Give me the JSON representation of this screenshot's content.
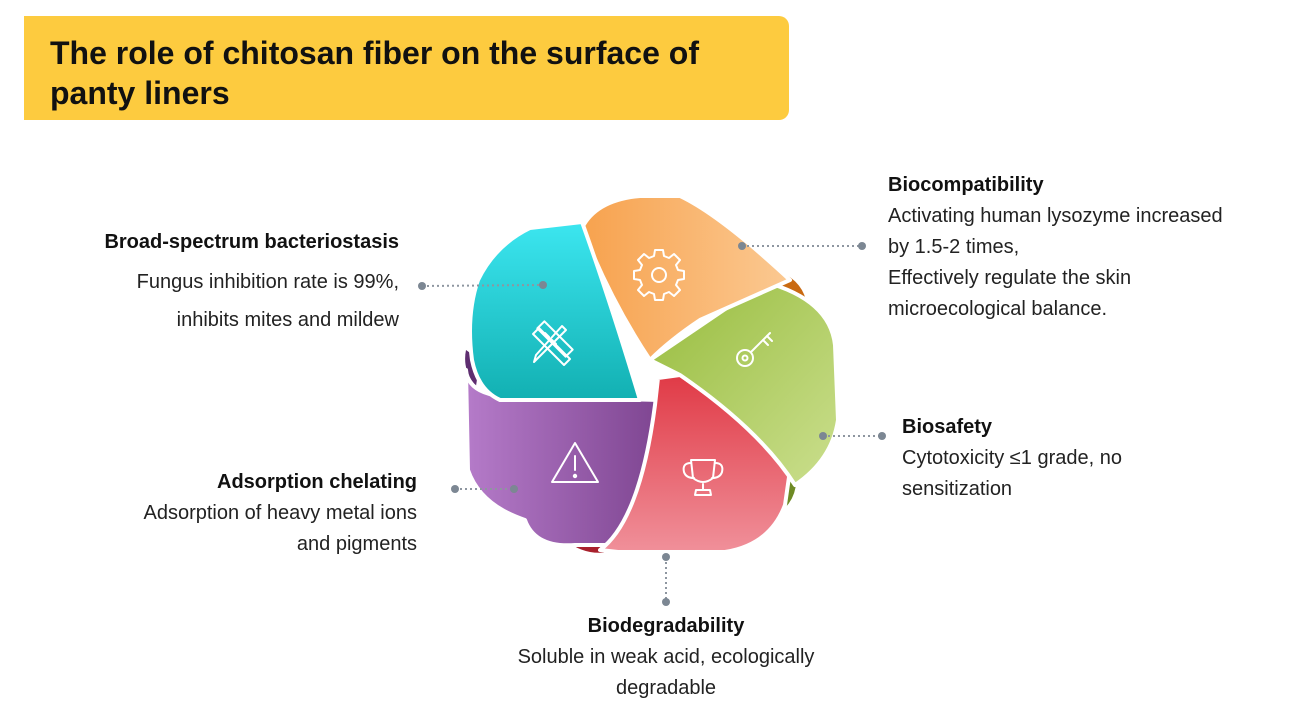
{
  "title": "The role of chitosan fiber on the surface of panty liners",
  "colors": {
    "title_bg": "#FDCB3F",
    "cyan": "#2FD9DE",
    "orange": "#F8A857",
    "green": "#A7C654",
    "red": "#E24E58",
    "purple": "#9A62B2"
  },
  "items": [
    {
      "key": "broad",
      "heading": "Broad-spectrum bacteriostasis",
      "body": "Fungus inhibition rate is 99%,\ninhibits mites and mildew",
      "icon": "pencil-ruler-icon"
    },
    {
      "key": "biocompat",
      "heading": "Biocompatibility",
      "body": "Activating human lysozyme increased\nby 1.5-2 times,\nEffectively regulate the skin\nmicroecological balance.",
      "icon": "gear-icon"
    },
    {
      "key": "biosafety",
      "heading": "Biosafety",
      "body": "Cytotoxicity ≤1 grade, no\nsensitization",
      "icon": "key-icon"
    },
    {
      "key": "biodegrad",
      "heading": "Biodegradability",
      "body": "Soluble in weak acid, ecologically\ndegradable",
      "icon": "trophy-icon"
    },
    {
      "key": "adsorption",
      "heading": "Adsorption chelating",
      "body": "Adsorption of heavy metal ions\nand pigments",
      "icon": "warning-icon"
    }
  ]
}
